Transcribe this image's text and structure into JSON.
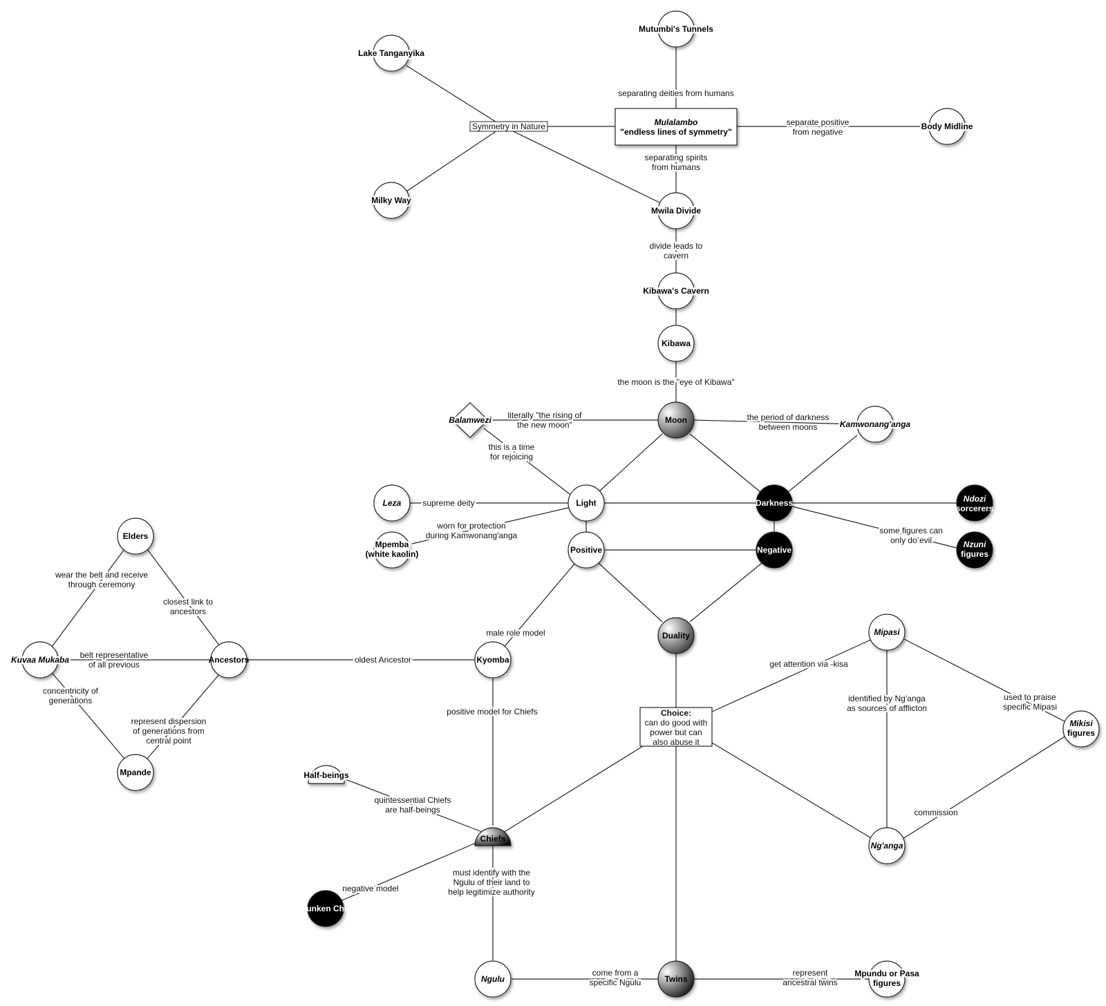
{
  "nodes": {
    "mutumbi": {
      "lines": [
        "Mutumbi's Tunnels"
      ],
      "fill": "white"
    },
    "lake": {
      "lines": [
        "Lake Tanganyika"
      ],
      "fill": "white"
    },
    "mulalambo": {
      "lines": [
        "Mulalambo",
        "\"endless lines of symmetry\""
      ],
      "italic_lines": [
        0
      ]
    },
    "symmetry": {
      "lines": [
        "Symmetry in Nature"
      ]
    },
    "body_midline": {
      "lines": [
        "Body Midline"
      ],
      "fill": "white"
    },
    "milky_way": {
      "lines": [
        "Milky Way"
      ],
      "fill": "white"
    },
    "mwila": {
      "lines": [
        "Mwila Divide"
      ],
      "fill": "white"
    },
    "kibawas_cavern": {
      "lines": [
        "Kibawa's Cavern"
      ],
      "fill": "white"
    },
    "kibawa": {
      "lines": [
        "Kibawa"
      ],
      "fill": "white"
    },
    "moon": {
      "lines": [
        "Moon"
      ],
      "fill": "grad-light"
    },
    "balamwezi": {
      "lines": [
        "Balamwezi"
      ],
      "italic_lines": [
        0
      ]
    },
    "kamwonanganga": {
      "lines": [
        "Kamwonang'anga"
      ],
      "fill": "white",
      "italic_lines": [
        0
      ]
    },
    "leza": {
      "lines": [
        "Leza"
      ],
      "fill": "white",
      "italic_lines": [
        0
      ]
    },
    "light": {
      "lines": [
        "Light"
      ],
      "fill": "white"
    },
    "darkness": {
      "lines": [
        "Darkness"
      ],
      "fill": "black"
    },
    "ndozi": {
      "lines": [
        "Ndozi",
        "sorcerers"
      ],
      "fill": "black",
      "italic_lines": [
        0
      ]
    },
    "mpemba": {
      "lines": [
        "Mpemba",
        "(white kaolin)"
      ],
      "fill": "white"
    },
    "positive": {
      "lines": [
        "Positive"
      ],
      "fill": "white"
    },
    "negative": {
      "lines": [
        "Negative"
      ],
      "fill": "black"
    },
    "nzuni": {
      "lines": [
        "Nzuni",
        "figures"
      ],
      "fill": "black",
      "italic_lines": [
        0
      ]
    },
    "elders": {
      "lines": [
        "Elders"
      ],
      "fill": "white"
    },
    "duality": {
      "lines": [
        "Duality"
      ],
      "fill": "grad-light"
    },
    "mipasi": {
      "lines": [
        "Mipasi"
      ],
      "fill": "white",
      "italic_lines": [
        0
      ]
    },
    "kuvaa": {
      "lines": [
        "Kuvaa Mukaba"
      ],
      "fill": "white",
      "italic_lines": [
        0
      ]
    },
    "ancestors": {
      "lines": [
        "Ancestors"
      ],
      "fill": "white"
    },
    "kyomba": {
      "lines": [
        "Kyomba"
      ],
      "fill": "white"
    },
    "choice": {
      "lines": [
        "Choice:",
        "can do good with",
        "power but can",
        "also abuse it"
      ]
    },
    "mikisi": {
      "lines": [
        "Mikisi",
        "figures"
      ],
      "fill": "white",
      "italic_lines": [
        0
      ]
    },
    "mpande": {
      "lines": [
        "Mpande"
      ],
      "fill": "white"
    },
    "half_beings": {
      "lines": [
        "Half-beings"
      ],
      "fill": "white"
    },
    "chiefs": {
      "lines": [
        "Chiefs"
      ],
      "fill": "grad-dark"
    },
    "nganga": {
      "lines": [
        "Ng'anga"
      ],
      "fill": "white",
      "italic_lines": [
        0
      ]
    },
    "drunken": {
      "lines": [
        "\"Drunken Chief\""
      ],
      "fill": "black"
    },
    "ngulu": {
      "lines": [
        "Ngulu"
      ],
      "fill": "white",
      "italic_lines": [
        0
      ]
    },
    "twins": {
      "lines": [
        "Twins"
      ],
      "fill": "grad-dark"
    },
    "mpundu": {
      "lines": [
        "Mpundu or Pasa",
        "figures"
      ],
      "fill": "white"
    }
  },
  "edge_labels": {
    "e1": [
      "separating deities from humans"
    ],
    "e2": [
      "separate positive",
      "from negative"
    ],
    "e3": [
      "separating spirits",
      "from humans"
    ],
    "e4": [
      "divide leads to",
      "cavern"
    ],
    "e5": [
      "the moon is the \"eye of Kibawa\""
    ],
    "e6": [
      "literally \"the rising of",
      "the new moon\""
    ],
    "e7": [
      "the period of darkness",
      "between moons"
    ],
    "e8": [
      "this is a time",
      "for rejoicing"
    ],
    "e9": [
      "supreme deity"
    ],
    "e10": [
      "worn for protection",
      "during Kamwonang'anga"
    ],
    "e11": [
      "some figures can",
      "only do evil"
    ],
    "e12": [
      "wear the belt and receive",
      "through ceremony"
    ],
    "e13": [
      "closest link to",
      "ancestors"
    ],
    "e14": [
      "male role model"
    ],
    "e15": [
      "belt representative",
      "of all previous"
    ],
    "e16": [
      "oldest Ancestor"
    ],
    "e17": [
      "get attention via -kisa"
    ],
    "e18": [
      "concentricity of",
      "generations"
    ],
    "e19": [
      "identified by Ng'anga",
      "as sources of afflicton"
    ],
    "e20": [
      "used to praise",
      "specific Mipasi"
    ],
    "e21": [
      "positive model for Chiefs"
    ],
    "e22": [
      "represent dispersion",
      "of generations from",
      "central point"
    ],
    "e23": [
      "quintessential Chiefs",
      "are half-beings"
    ],
    "e24": [
      "commission"
    ],
    "e25": [
      "must identify with the",
      "Ngulu of their land to",
      "help legitimize authority"
    ],
    "e26": [
      "negative model"
    ],
    "e27": [
      "come from a",
      "specific Ngulu"
    ],
    "e28": [
      "represent",
      "ancestral twins"
    ]
  }
}
